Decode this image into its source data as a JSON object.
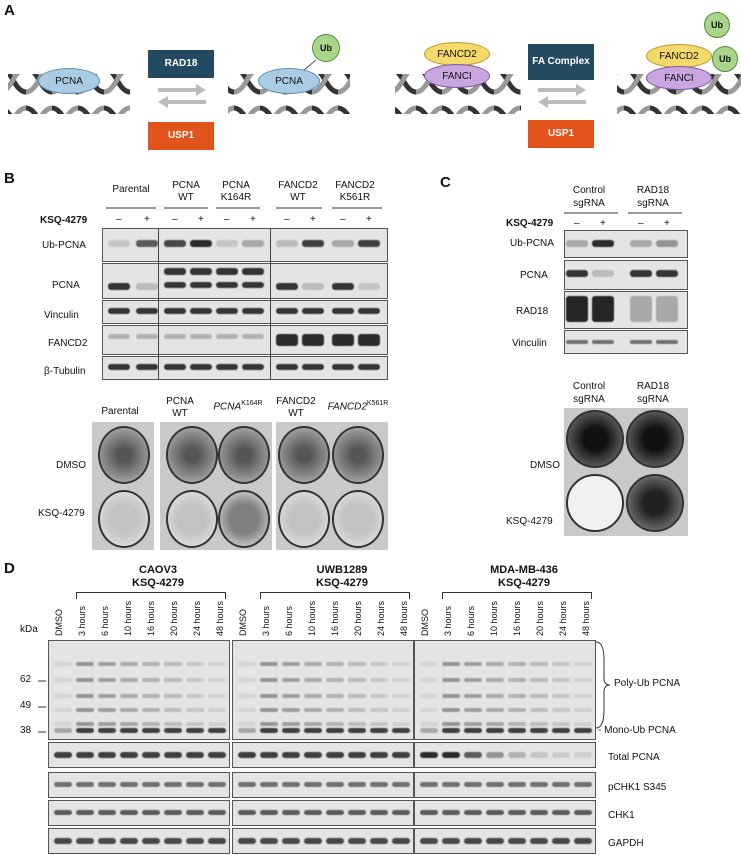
{
  "panels": {
    "a": "A",
    "b": "B",
    "c": "C",
    "d": "D"
  },
  "panelA": {
    "pcna": "PCNA",
    "ub": "Ub",
    "rad18": "RAD18",
    "usp1": "USP1",
    "fancd2": "FANCD2",
    "fanci": "FANCI",
    "fa_complex": "FA Complex"
  },
  "panelB": {
    "groups": [
      "Parental",
      "PCNA WT",
      "PCNA K164R",
      "FANCD2 WT",
      "FANCD2 K561R"
    ],
    "ksq_label": "KSQ-4279",
    "minus": "–",
    "plus": "+",
    "rows": [
      "Ub-PCNA",
      "PCNA",
      "Vinculin",
      "FANCD2",
      "β-Tubulin"
    ],
    "colony_groups": [
      "Parental",
      "PCNA WT",
      "PCNA",
      "K164R",
      "FANCD2 WT",
      "FANCD2",
      "K561R"
    ],
    "colony_rows": [
      "DMSO",
      "KSQ-4279"
    ]
  },
  "panelC": {
    "groups": [
      "Control sgRNA",
      "RAD18 sgRNA"
    ],
    "ksq_label": "KSQ-4279",
    "rows": [
      "Ub-PCNA",
      "PCNA",
      "RAD18",
      "Vinculin"
    ],
    "colony_rows": [
      "DMSO",
      "KSQ-4279"
    ]
  },
  "panelD": {
    "cell_lines": [
      {
        "name": "CAOV3",
        "drug": "KSQ-4279"
      },
      {
        "name": "UWB1289",
        "drug": "KSQ-4279"
      },
      {
        "name": "MDA-MB-436",
        "drug": "KSQ-4279"
      }
    ],
    "lanes": [
      "DMSO",
      "3 hours",
      "6 hours",
      "10 hours",
      "16 hours",
      "20 hours",
      "24 hours",
      "48 hours"
    ],
    "kda_label": "kDa",
    "markers": [
      "62",
      "49",
      "38"
    ],
    "annotations": [
      "Poly-Ub PCNA",
      "Mono-Ub PCNA"
    ],
    "rows": [
      "Total PCNA",
      "pCHK1 S345",
      "CHK1",
      "GAPDH"
    ]
  }
}
